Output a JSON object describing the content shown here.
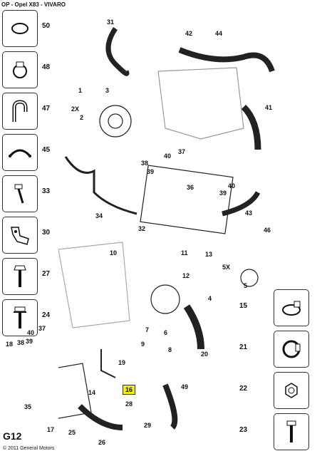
{
  "header": {
    "title": "OP - Opel X83 - VIVARO"
  },
  "sidebar": {
    "items": [
      {
        "label": "50",
        "icon": "o-ring-icon"
      },
      {
        "label": "48",
        "icon": "hose-clamp-icon"
      },
      {
        "label": "47",
        "icon": "elbow-hose-icon"
      },
      {
        "label": "45",
        "icon": "spring-clip-icon"
      },
      {
        "label": "33",
        "icon": "stud-bolt-icon"
      },
      {
        "label": "30",
        "icon": "bracket-icon"
      },
      {
        "label": "27",
        "icon": "hex-bolt-icon"
      },
      {
        "label": "24",
        "icon": "flange-bolt-icon"
      }
    ]
  },
  "right_parts": {
    "items": [
      {
        "label": "15",
        "icon": "clamp-icon"
      },
      {
        "label": "21",
        "icon": "band-clamp-icon"
      },
      {
        "label": "22",
        "icon": "hex-nut-icon"
      },
      {
        "label": "23",
        "icon": "screw-icon"
      }
    ]
  },
  "callouts": [
    {
      "id": "c31",
      "label": "31"
    },
    {
      "id": "c42",
      "label": "42"
    },
    {
      "id": "c44",
      "label": "44"
    },
    {
      "id": "c1",
      "label": "1"
    },
    {
      "id": "c3",
      "label": "3"
    },
    {
      "id": "c2x",
      "label": "2X"
    },
    {
      "id": "c2",
      "label": "2"
    },
    {
      "id": "c41",
      "label": "41"
    },
    {
      "id": "c38",
      "label": "38"
    },
    {
      "id": "c40",
      "label": "40"
    },
    {
      "id": "c37",
      "label": "37"
    },
    {
      "id": "c39",
      "label": "39"
    },
    {
      "id": "c36",
      "label": "36"
    },
    {
      "id": "c40b",
      "label": "40"
    },
    {
      "id": "c39b",
      "label": "39"
    },
    {
      "id": "c43",
      "label": "43"
    },
    {
      "id": "c34",
      "label": "34"
    },
    {
      "id": "c32",
      "label": "32"
    },
    {
      "id": "c46",
      "label": "46"
    },
    {
      "id": "c10",
      "label": "10"
    },
    {
      "id": "c11",
      "label": "11"
    },
    {
      "id": "c13",
      "label": "13"
    },
    {
      "id": "c12",
      "label": "12"
    },
    {
      "id": "c5x",
      "label": "5X"
    },
    {
      "id": "c5",
      "label": "5"
    },
    {
      "id": "c4",
      "label": "4"
    },
    {
      "id": "c7",
      "label": "7"
    },
    {
      "id": "c6",
      "label": "6"
    },
    {
      "id": "c9",
      "label": "9"
    },
    {
      "id": "c8",
      "label": "8"
    },
    {
      "id": "c20",
      "label": "20"
    },
    {
      "id": "c19",
      "label": "19"
    },
    {
      "id": "c18",
      "label": "18"
    },
    {
      "id": "c38b",
      "label": "38"
    },
    {
      "id": "c39c",
      "label": "39"
    },
    {
      "id": "c40c",
      "label": "40"
    },
    {
      "id": "c37b",
      "label": "37"
    },
    {
      "id": "c14",
      "label": "14"
    },
    {
      "id": "c16",
      "label": "16"
    },
    {
      "id": "c28",
      "label": "28"
    },
    {
      "id": "c49",
      "label": "49"
    },
    {
      "id": "c35",
      "label": "35"
    },
    {
      "id": "c29",
      "label": "29"
    },
    {
      "id": "c17",
      "label": "17"
    },
    {
      "id": "c25",
      "label": "25"
    },
    {
      "id": "c26",
      "label": "26"
    }
  ],
  "highlight_color": "#f6f000",
  "footer": {
    "page_code": "G12",
    "copyright": "© 2011 General Motors"
  }
}
